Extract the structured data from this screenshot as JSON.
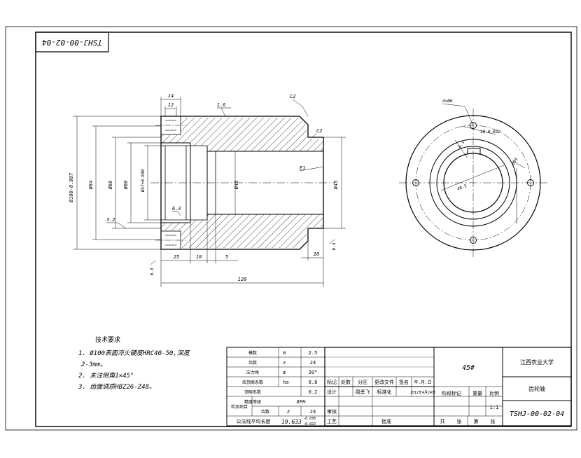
{
  "drawing": {
    "code_rotated": "TSHJ-00-02-04",
    "dims": {
      "top_14": "14",
      "top_12": "12",
      "rough_16": "1.6",
      "chamfer_c2_top": "C2",
      "chamfer_c2_right": "C2",
      "phi100": "Ø100-0.087",
      "phi84": "Ø84",
      "phi68": "Ø68",
      "phi60": "Ø60",
      "phi57": "Ø57+0.030",
      "phi45": "Ø45",
      "phi45_right": "Ø45",
      "e1": "E1",
      "rough_32": "3.2",
      "rough_63_in": "6.3",
      "rough_63_left": "6.3",
      "rough_63_right": "6.3",
      "d25": "25",
      "d10": "10",
      "d5": "5",
      "d10_right": "10",
      "d120": "120"
    },
    "side_view": {
      "holes_label": "4×Ø6",
      "key_width": "10-0.022",
      "dim_61": "6.1",
      "dim_485": "48.5",
      "dia_label": "Ø84"
    }
  },
  "tech_req": {
    "title": "技术要求",
    "lines": [
      "1. Ø100表面淬火硬度HRC40-50,深度",
      "2-3mm。",
      "2. 未注倒角1×45°",
      "3. 齿面调质HBZ26-Z48。"
    ]
  },
  "param_table": {
    "rows": [
      [
        "模数",
        "m",
        "2.5"
      ],
      [
        "齿数",
        "z",
        "24"
      ],
      [
        "压力角",
        "α",
        "20°"
      ],
      [
        "齿顶高系数",
        "ha",
        "0.8"
      ],
      [
        "顶隙系数",
        "",
        "0.2"
      ],
      [
        "精度等级",
        "",
        "8FH"
      ]
    ],
    "check_label": "检测项目",
    "gear_label": "齿数",
    "gear_sym": "z",
    "gear_val": "24",
    "wk_label": "公法线平均长度",
    "wk_val": "19.633",
    "wk_tol_up": "-0.036",
    "wk_tol_down": "-0.022"
  },
  "title_block": {
    "material": "45#",
    "school": "江西农业大学",
    "part_name": "齿轮轴",
    "drawing_no": "TSHJ-00-02-04",
    "headers": [
      "标记",
      "处数",
      "分区",
      "更改文件",
      "签名",
      "年.月.日"
    ],
    "design_label": "设计",
    "designer": "周勇飞",
    "std_label": "标准化",
    "date": "2012年4月24日",
    "review_label": "审核",
    "process_label": "工艺",
    "approve_label": "批准",
    "stage_label": "阶段标记",
    "weight_label": "重量",
    "scale_label": "比例",
    "scale_val": "1:1",
    "total_label": "共",
    "sheet_unit": "张",
    "no_label": "第",
    "sheet_unit2": "张"
  }
}
